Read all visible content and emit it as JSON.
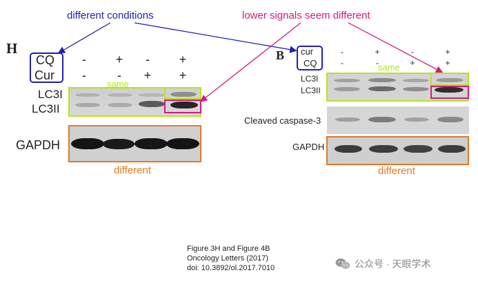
{
  "annotations": {
    "different_conditions": "different conditions",
    "lower_signals": "lower signals seem different",
    "same_left": "same",
    "same_right": "same",
    "different_left": "different",
    "different_right": "different"
  },
  "panel_h": {
    "letter": "H",
    "row1_label": "CQ",
    "row2_label": "Cur",
    "row1_signs": [
      "-",
      "+",
      "-",
      "+"
    ],
    "row2_signs": [
      "-",
      "-",
      "+",
      "+"
    ],
    "band_label_1": "LC3I",
    "band_label_2": "LC3II",
    "band_label_3": "GAPDH"
  },
  "panel_b": {
    "letter": "B",
    "row1_label": "cur",
    "row2_label": "CQ",
    "row1_signs": [
      "-",
      "+",
      "-",
      "+"
    ],
    "row2_signs": [
      "-",
      "-",
      "+",
      "+"
    ],
    "band_label_1": "LC3I",
    "band_label_2": "LC3II",
    "band_label_3": "Cleaved caspase-3",
    "band_label_4": "GAPDH"
  },
  "caption": {
    "line1": "Figure 3H and Figure 4B",
    "line2": "Oncology Letters (2017)",
    "line3": "doi: 10.3892/ol.2017.7010"
  },
  "watermark": {
    "text": "公众号 · 天眼学术",
    "icon": "wechat-icon"
  },
  "colors": {
    "blue": "#1f1fb4",
    "pink": "#d4197a",
    "green": "#b5e61d",
    "orange": "#e07b27"
  }
}
